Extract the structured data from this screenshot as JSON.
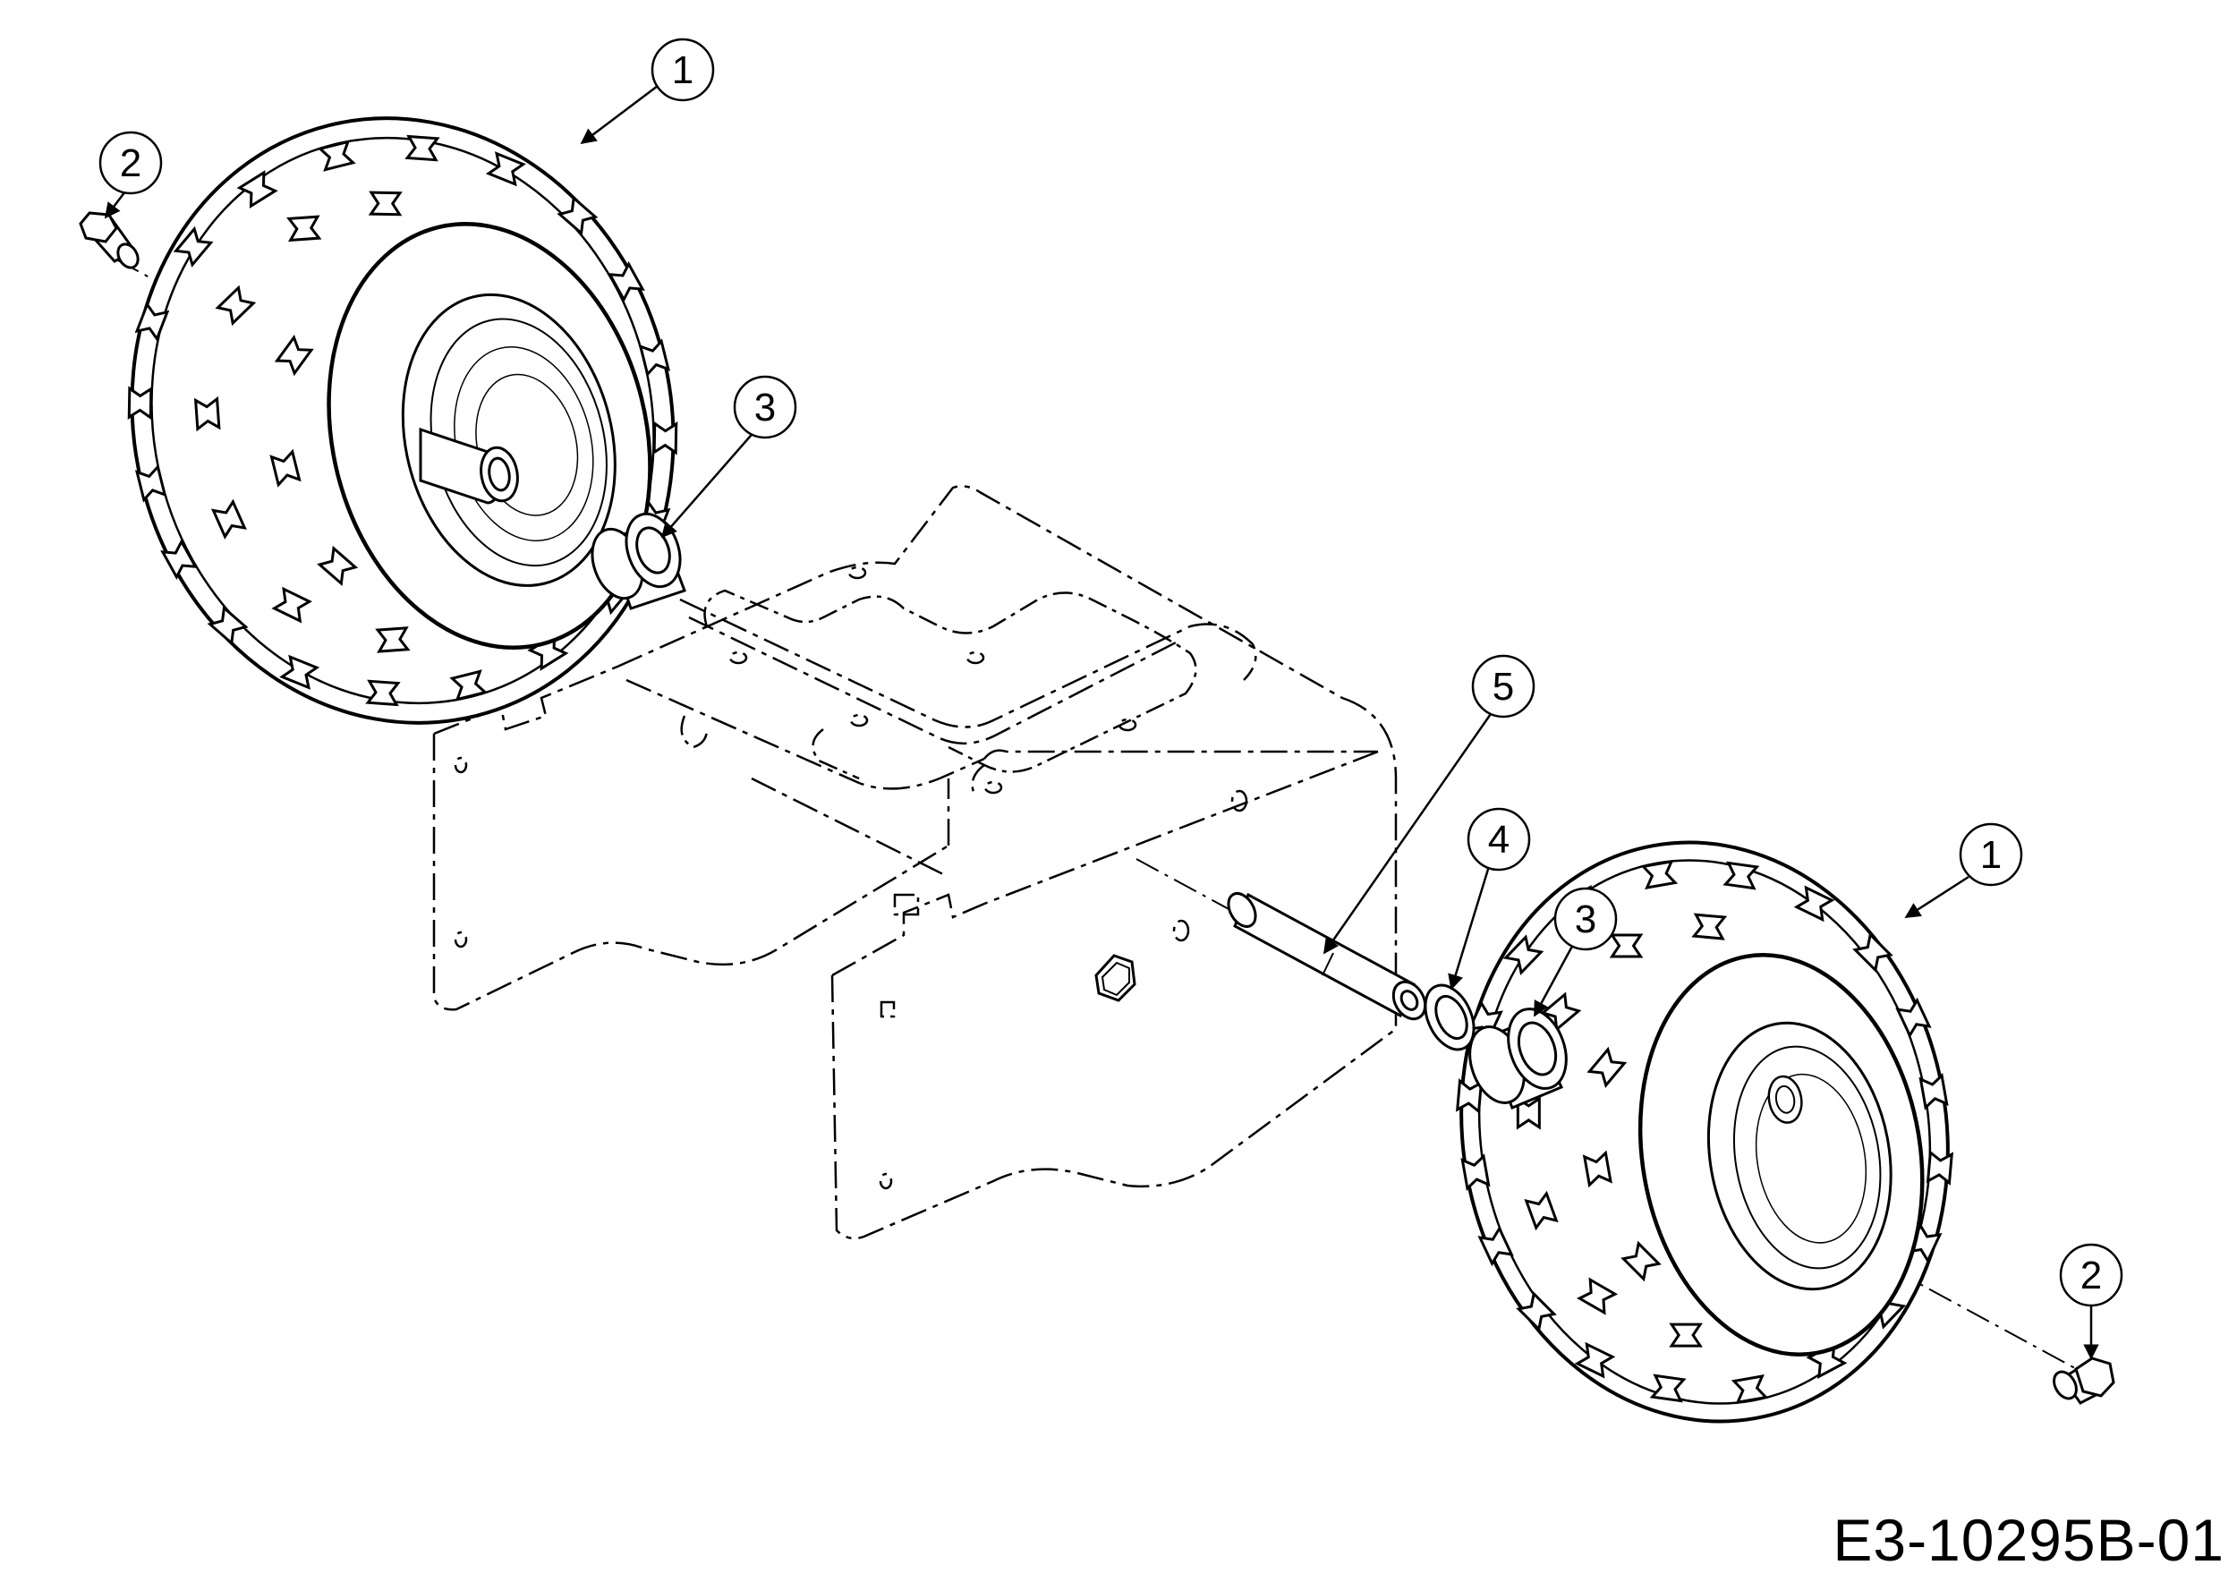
{
  "drawing_code": "E3-10295B-01",
  "colors": {
    "line": "#000000",
    "background": "#ffffff"
  },
  "callouts": [
    {
      "id": "c1a",
      "number": "1",
      "part": "wheel"
    },
    {
      "id": "c2a",
      "number": "2",
      "part": "bolt"
    },
    {
      "id": "c3a",
      "number": "3",
      "part": "spacer"
    },
    {
      "id": "c5",
      "number": "5",
      "part": "axle"
    },
    {
      "id": "c4",
      "number": "4",
      "part": "washer"
    },
    {
      "id": "c3b",
      "number": "3",
      "part": "spacer"
    },
    {
      "id": "c1b",
      "number": "1",
      "part": "wheel"
    },
    {
      "id": "c2b",
      "number": "2",
      "part": "bolt"
    }
  ]
}
